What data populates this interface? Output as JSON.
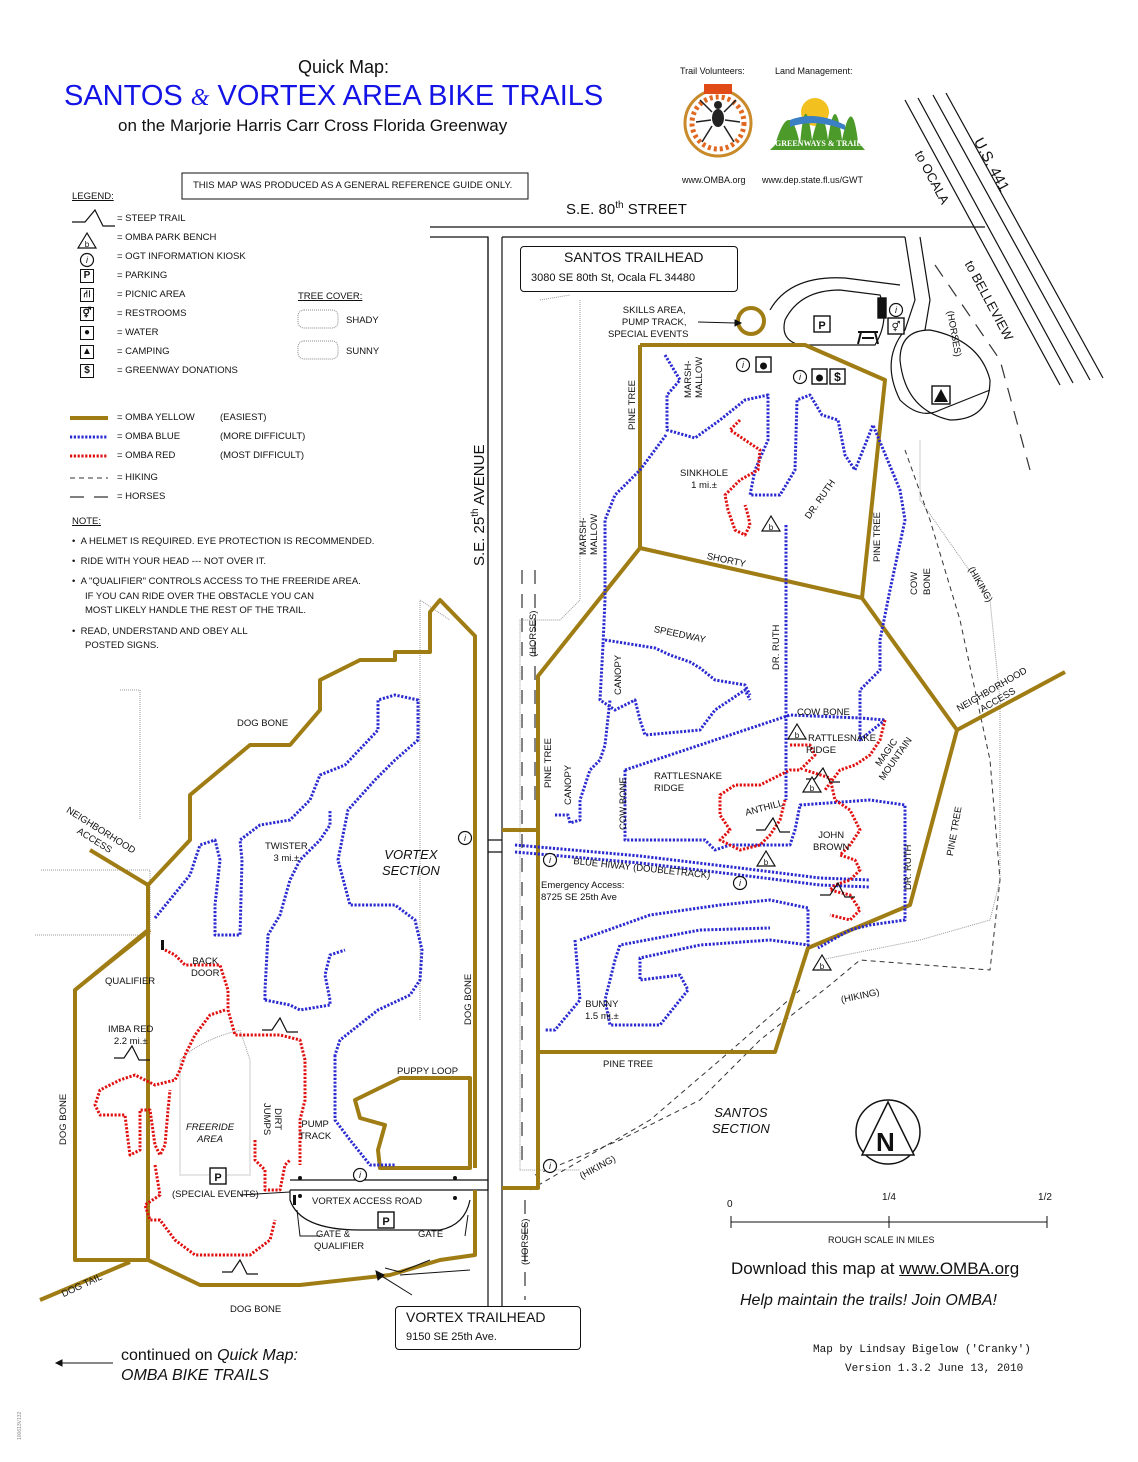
{
  "header": {
    "subtitle_top": "Quick Map:",
    "title": "SANTOS & VORTEX AREA BIKE TRAILS",
    "title_part1": "SANTOS ",
    "title_amp": "&",
    "title_part2": " VORTEX AREA BIKE TRAILS",
    "subtitle_bottom": "on the Marjorie Harris Carr Cross Florida Greenway",
    "disclaimer": "THIS MAP WAS PRODUCED AS A GENERAL REFERENCE GUIDE ONLY."
  },
  "partners": {
    "volunteers_label": "Trail Volunteers:",
    "land_label": "Land Management:",
    "volunteers_url": "www.OMBA.org",
    "land_url": "www.dep.state.fl.us/GWT",
    "land_logo_text": "GREENWAYS & TRAILS"
  },
  "legend": {
    "title": "LEGEND:",
    "items": [
      {
        "label": "= STEEP TRAIL",
        "icon": "steep-icon"
      },
      {
        "label": "= OMBA PARK BENCH",
        "icon": "bench-icon",
        "glyph": "b"
      },
      {
        "label": "= OGT INFORMATION KIOSK",
        "icon": "info-icon",
        "glyph": "i"
      },
      {
        "label": "= PARKING",
        "icon": "parking-icon",
        "glyph": "P"
      },
      {
        "label": "= PICNIC AREA",
        "icon": "picnic-icon",
        "glyph": "⛙"
      },
      {
        "label": "= RESTROOMS",
        "icon": "restroom-icon",
        "glyph": "⚥"
      },
      {
        "label": "= WATER",
        "icon": "water-icon",
        "glyph": "●"
      },
      {
        "label": "= CAMPING",
        "icon": "camping-icon",
        "glyph": "▲"
      },
      {
        "label": "= GREENWAY DONATIONS",
        "icon": "donation-icon",
        "glyph": "$"
      }
    ],
    "tree_cover_title": "TREE COVER:",
    "tree_shady": "SHADY",
    "tree_sunny": "SUNNY",
    "trails": [
      {
        "label": "= OMBA  YELLOW",
        "difficulty": "(EASIEST)",
        "color": "#A07D14",
        "style": "solid"
      },
      {
        "label": "= OMBA  BLUE",
        "difficulty": "(MORE DIFFICULT)",
        "color": "#2A2AD0",
        "style": "dotted"
      },
      {
        "label": "= OMBA  RED",
        "difficulty": "(MOST DIFFICULT)",
        "color": "#E01010",
        "style": "dotted"
      },
      {
        "label": "= HIKING",
        "difficulty": "",
        "color": "#444444",
        "style": "dashed"
      },
      {
        "label": "= HORSES",
        "difficulty": "",
        "color": "#444444",
        "style": "longdash"
      }
    ]
  },
  "notes": {
    "title": "NOTE:",
    "items": [
      "A HELMET IS REQUIRED.  EYE PROTECTION IS RECOMMENDED.",
      "RIDE WITH YOUR HEAD --- NOT OVER IT.",
      "A \"QUALIFIER\" CONTROLS ACCESS TO THE FREERIDE AREA.",
      "IF YOU CAN RIDE OVER THE OBSTACLE YOU CAN",
      "MOST LIKELY HANDLE THE REST OF THE TRAIL.",
      "READ, UNDERSTAND AND OBEY ALL",
      "POSTED SIGNS."
    ]
  },
  "roads": {
    "se80": "S.E. 80",
    "se80_sup": "th",
    "se80_suffix": " STREET",
    "se25": "S.E. 25",
    "se25_sup": "th",
    "se25_suffix": " AVENUE",
    "us441": "U.S. 441",
    "to_ocala": "to OCALA",
    "to_belleview": "to BELLEVIEW",
    "vortex_access_road": "VORTEX ACCESS ROAD"
  },
  "trailheads": {
    "santos_name": "SANTOS TRAILHEAD",
    "santos_addr": "3080 SE 80th St, Ocala FL 34480",
    "vortex_name": "VORTEX TRAILHEAD",
    "vortex_addr": "9150 SE 25th Ave."
  },
  "map_labels": {
    "skills_area": "SKILLS AREA,",
    "pump_track": "PUMP TRACK,",
    "special_events": "SPECIAL EVENTS",
    "marshmallow_top": "MARSH-",
    "marshmallow_bottom": "MALLOW",
    "pine_tree": "PINE TREE",
    "sinkhole": "SINKHOLE",
    "sinkhole_len": "1 mi.±",
    "dr_ruth": "DR. RUTH",
    "shorty": "SHORTY",
    "cow": "COW",
    "bone": "BONE",
    "hiking": "(HIKING)",
    "horses": "(HORSES)",
    "speedway": "SPEEDWAY",
    "canopy": "CANOPY",
    "neighborhood": "NEIGHBORHOOD",
    "access": "ACCESS",
    "cow_bone": "COW  BONE",
    "rattlesnake": "RATTLESNAKE",
    "ridge": "RIDGE",
    "magic": "MAGIC",
    "mountain": "MOUNTAIN",
    "anthill": "ANTHILL",
    "john": "JOHN",
    "brown": "BROWN",
    "blue_hiway": "BLUE HIWAY (DOUBLETRACK)",
    "emergency": "Emergency Access:",
    "emergency_addr": "8725 SE 25th Ave",
    "bunny": "BUNNY",
    "bunny_len": "1.5 mi.±",
    "santos_section_1": "SANTOS",
    "santos_section_2": "SECTION",
    "vortex_section_1": "VORTEX",
    "vortex_section_2": "SECTION",
    "dog_bone": "DOG BONE",
    "twister": "TWISTER",
    "twister_len": "3 mi.±",
    "qualifier": "QUALIFIER",
    "back": "BACK",
    "door": "DOOR",
    "imba_red": "IMBA RED",
    "imba_len": "2.2 mi.±",
    "freeride": "FREERIDE",
    "area": "AREA",
    "dirt": "DIRT",
    "jumps": "JUMPS",
    "pump": "PUMP",
    "track": "TRACK",
    "puppy_loop": "PUPPY LOOP",
    "special_events_paren": "(SPECIAL EVENTS)",
    "gate_amp": "GATE &",
    "gate_qualifier": "QUALIFIER",
    "gate": "GATE",
    "dog_tail": "DOG TAIL"
  },
  "scale": {
    "zero": "0",
    "quarter_num": "1",
    "quarter_den": "4",
    "half_num": "1",
    "half_den": "2",
    "caption": "ROUGH SCALE IN MILES",
    "north": "N"
  },
  "footer": {
    "download_prefix": "Download this map at ",
    "download_url": "www.OMBA.org",
    "help": "Help maintain the trails! Join OMBA!",
    "continued_1": "continued on ",
    "continued_quick": "Quick Map:",
    "continued_2": "OMBA BIKE TRAILS",
    "credit": "Map by Lindsay Bigelow ('Cranky')",
    "version": "Version 1.3.2  June 13, 2010",
    "side_code": "100613V132"
  },
  "colors": {
    "yellow": "#A07D14",
    "blue": "#2A2AD0",
    "red": "#E01010",
    "title_blue": "#1414E6",
    "road": "#111111"
  }
}
